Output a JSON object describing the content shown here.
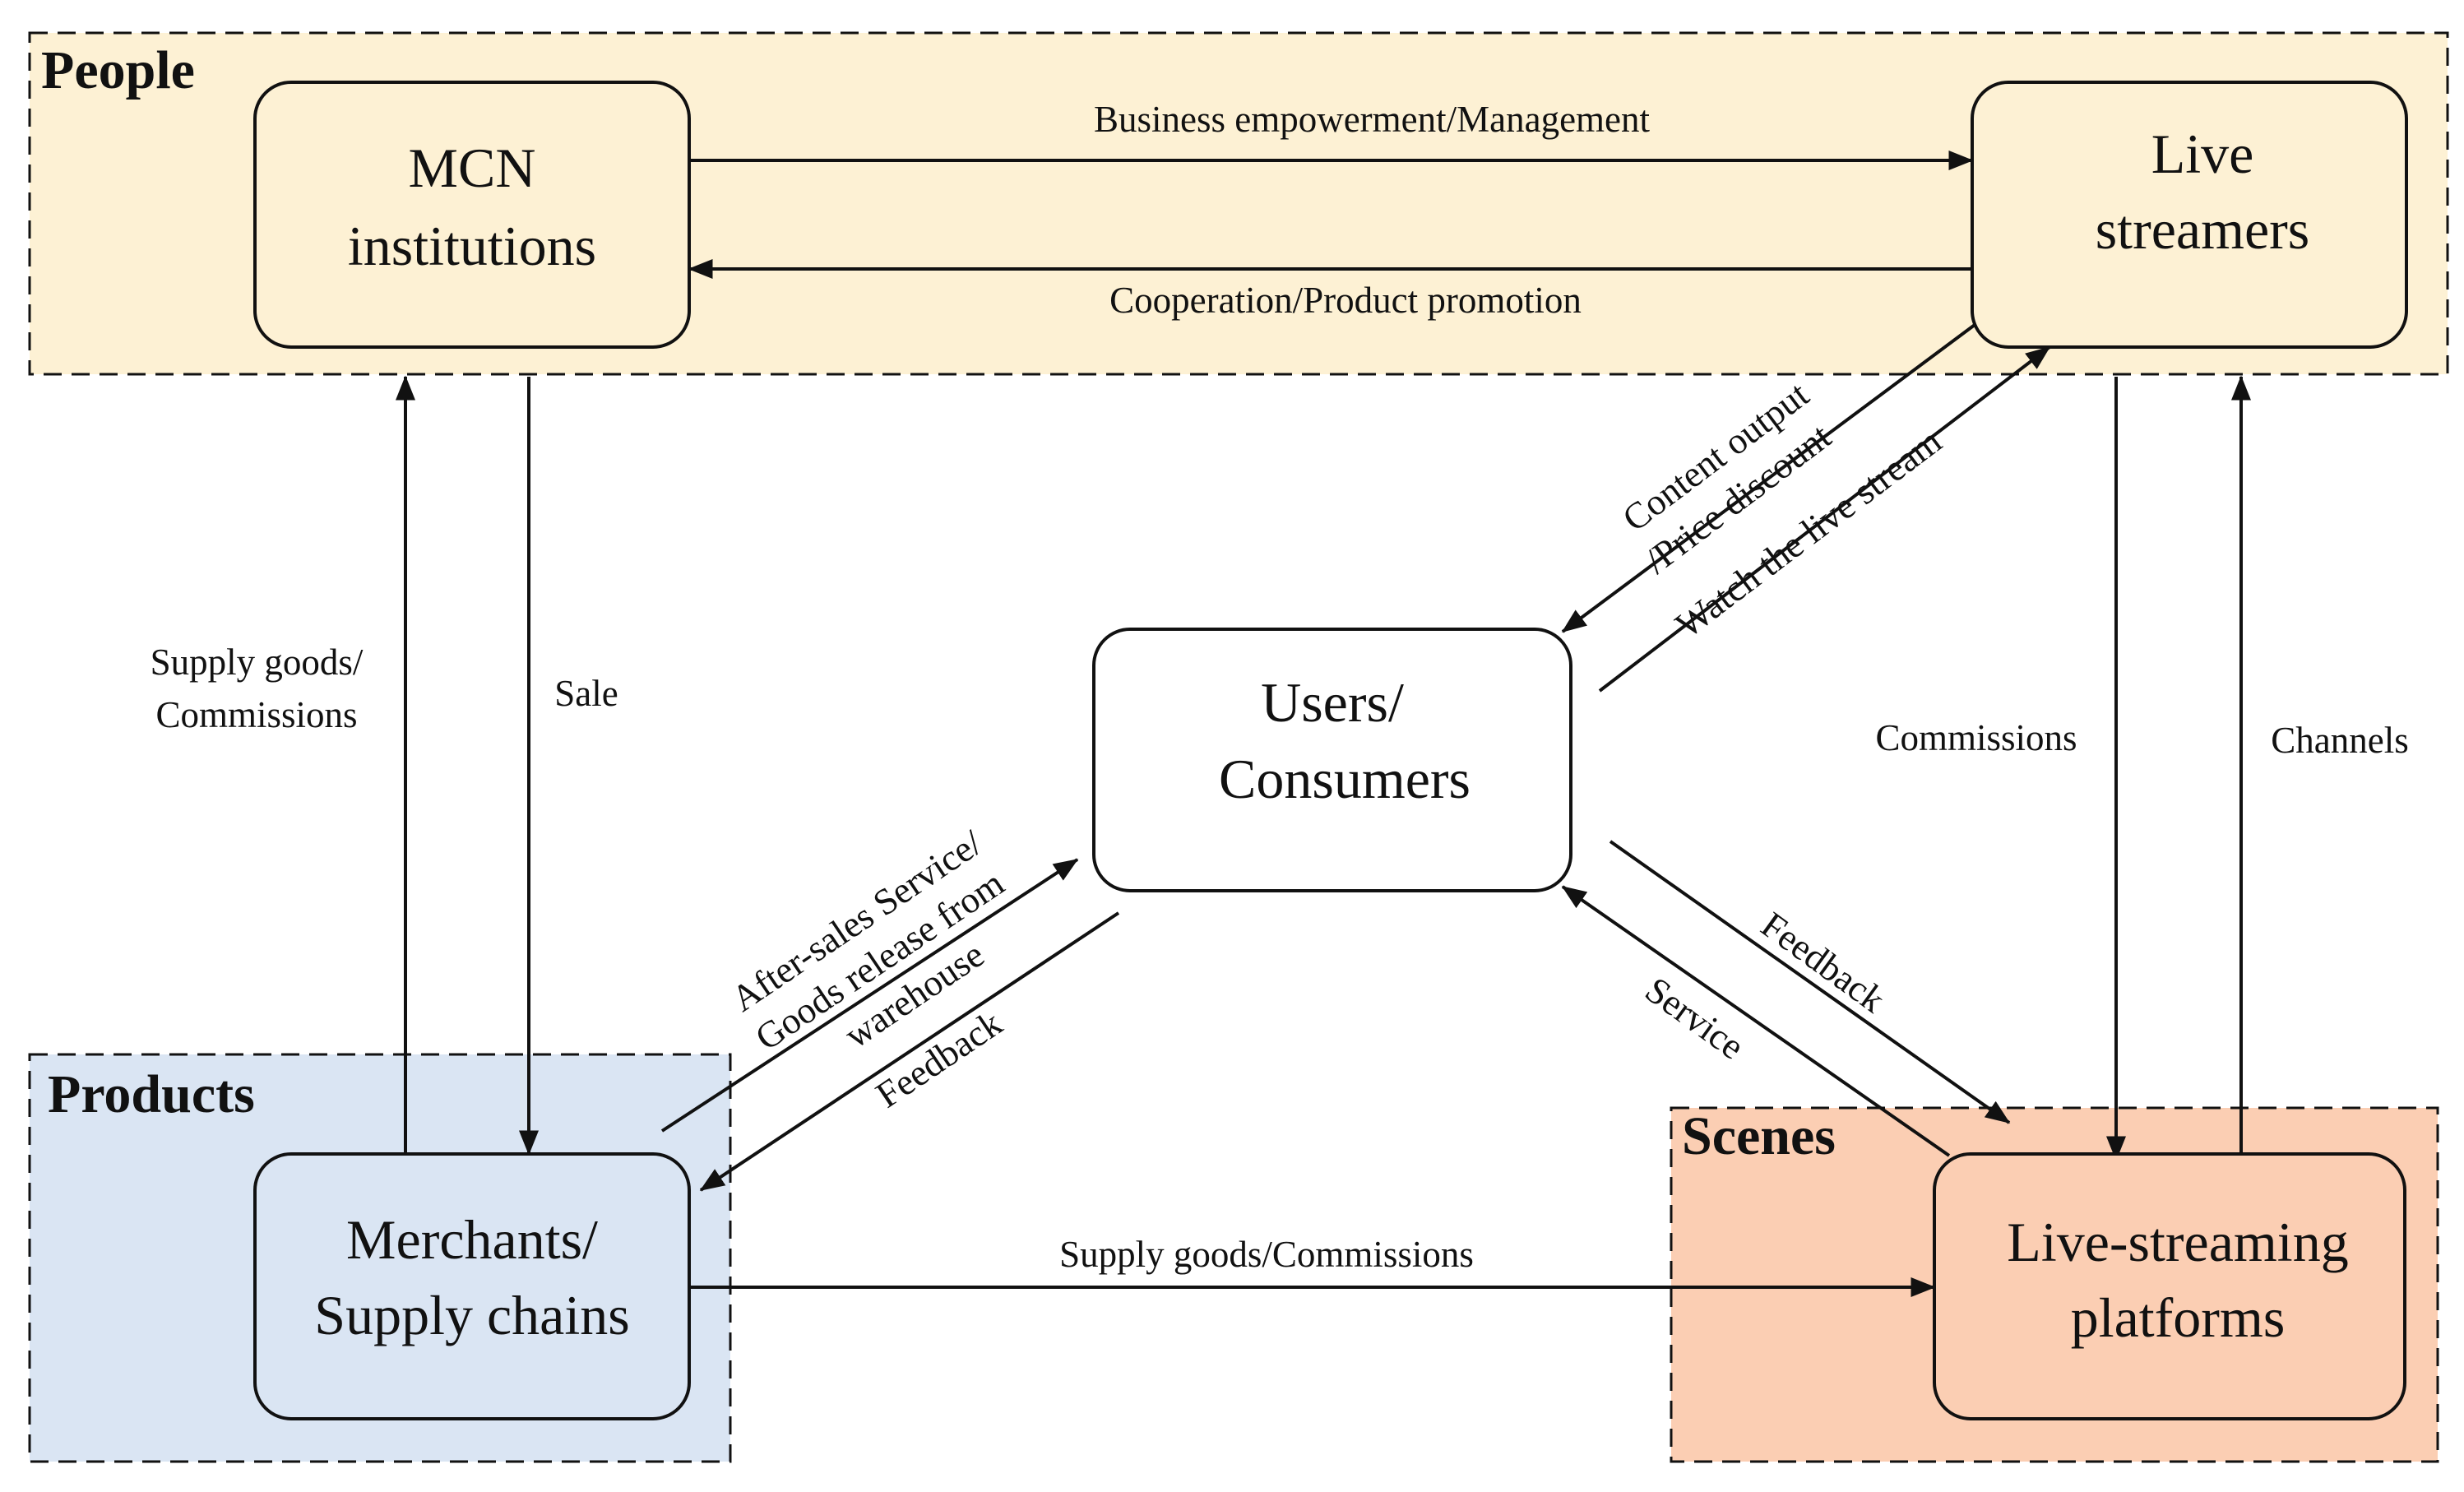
{
  "colors": {
    "people_fill": "#fdf1d4",
    "products_fill": "#dae5f3",
    "scenes_fill": "#fbceb3",
    "line": "#111111"
  },
  "regions": {
    "people": "People",
    "products": "Products",
    "scenes": "Scenes"
  },
  "nodes": {
    "mcn": [
      "MCN",
      "institutions"
    ],
    "streamers": [
      "Live",
      "streamers"
    ],
    "users": [
      "Users/",
      "Consumers"
    ],
    "merchants": [
      "Merchants/",
      "Supply chains"
    ],
    "platforms": [
      "Live-streaming",
      "platforms"
    ]
  },
  "edges": {
    "mcn_to_streamers": "Business empowerment/Management",
    "streamers_to_mcn": "Cooperation/Product promotion",
    "merchants_to_mcn": [
      "Supply goods/",
      "Commissions"
    ],
    "mcn_to_merchants": "Sale",
    "streamers_to_users": [
      "Content output",
      "/Price discount"
    ],
    "users_to_streamers": "Watch the live stream",
    "streamers_to_platforms": "Commissions",
    "platforms_to_streamers": "Channels",
    "merchants_to_users": [
      "After-sales Service/",
      "Goods release from",
      "warehouse"
    ],
    "users_to_merchants": "Feedback",
    "users_to_platforms": "Feedback",
    "platforms_to_users": "Service",
    "merchants_to_platforms": "Supply goods/Commissions"
  }
}
